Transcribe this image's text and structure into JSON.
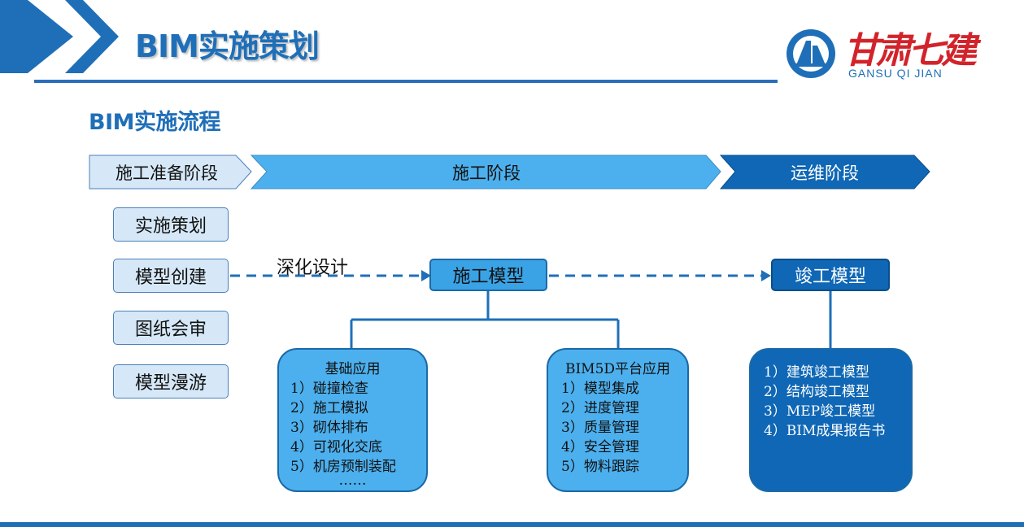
{
  "slide": {
    "title": "BIM实施策划",
    "subtitle": "BIM实施流程"
  },
  "logo": {
    "name_cn": "甘肃七建",
    "name_en": "GANSU QI JIAN"
  },
  "colors": {
    "brand_blue": "#1f6fb8",
    "light_blue": "#3aa3e6",
    "dark_blue": "#0f67b5",
    "pale_blue": "#d6e8f7",
    "logo_red": "#d2232a"
  },
  "phases": [
    {
      "label": "施工准备阶段"
    },
    {
      "label": "施工阶段"
    },
    {
      "label": "运维阶段"
    }
  ],
  "prep_items": [
    {
      "label": "实施策划"
    },
    {
      "label": "模型创建"
    },
    {
      "label": "图纸会审"
    },
    {
      "label": "模型漫游"
    }
  ],
  "flow": {
    "deepen_label": "深化设计",
    "construction_model": "施工模型",
    "completion_model": "竣工模型"
  },
  "basic_app": {
    "title": "基础应用",
    "items": [
      "1）碰撞检查",
      "2）施工模拟",
      "3）砌体排布",
      "4）可视化交底",
      "5）机房预制装配",
      "……"
    ]
  },
  "bim5d_app": {
    "title": "BIM5D平台应用",
    "items": [
      "1）模型集成",
      "2）进度管理",
      "3）质量管理",
      "4）安全管理",
      "5）物料跟踪"
    ]
  },
  "completion_app": {
    "items": [
      "1）建筑竣工模型",
      "2）结构竣工模型",
      "3）MEP竣工模型",
      "4）BIM成果报告书"
    ]
  }
}
